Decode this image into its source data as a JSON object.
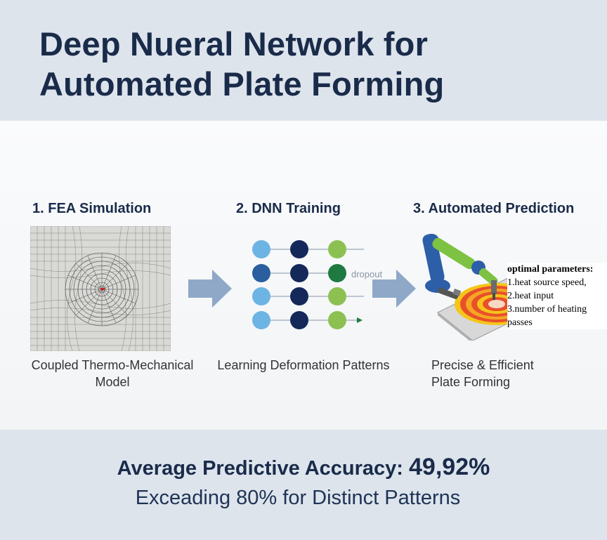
{
  "title_line1": "Deep Nueral Network for",
  "title_line2": "Automated Plate Forming",
  "steps": [
    {
      "title": "1. FEA Simulation",
      "caption": "Coupled Thermo-Mechanical Model"
    },
    {
      "title": "2. DNN Training",
      "caption": "Learning Deformation Patterns",
      "dropout_label": "dropout"
    },
    {
      "title": "3. Automated Prediction",
      "caption": "Precise & Efficient Plate Forming"
    }
  ],
  "parameters": {
    "heading": "optimal parameters:",
    "items": [
      "1.heat source speed,",
      "2.heat input",
      "3.number of heating passes"
    ]
  },
  "accuracy_label": "Average Predictive Accuracy:",
  "accuracy_value": "49,92%",
  "subtitle": "Exceading 80% for Distinct Patterns",
  "colors": {
    "navy": "#1a2b4a",
    "arrow": "#8fa8c8",
    "light_blue": "#6cb4e4",
    "mid_blue": "#2a5e9e",
    "dark_navy": "#14285a",
    "light_green": "#8cc152",
    "dark_green": "#1e7a40",
    "robot_green": "#7dc242",
    "robot_blue": "#2d5fa8"
  }
}
